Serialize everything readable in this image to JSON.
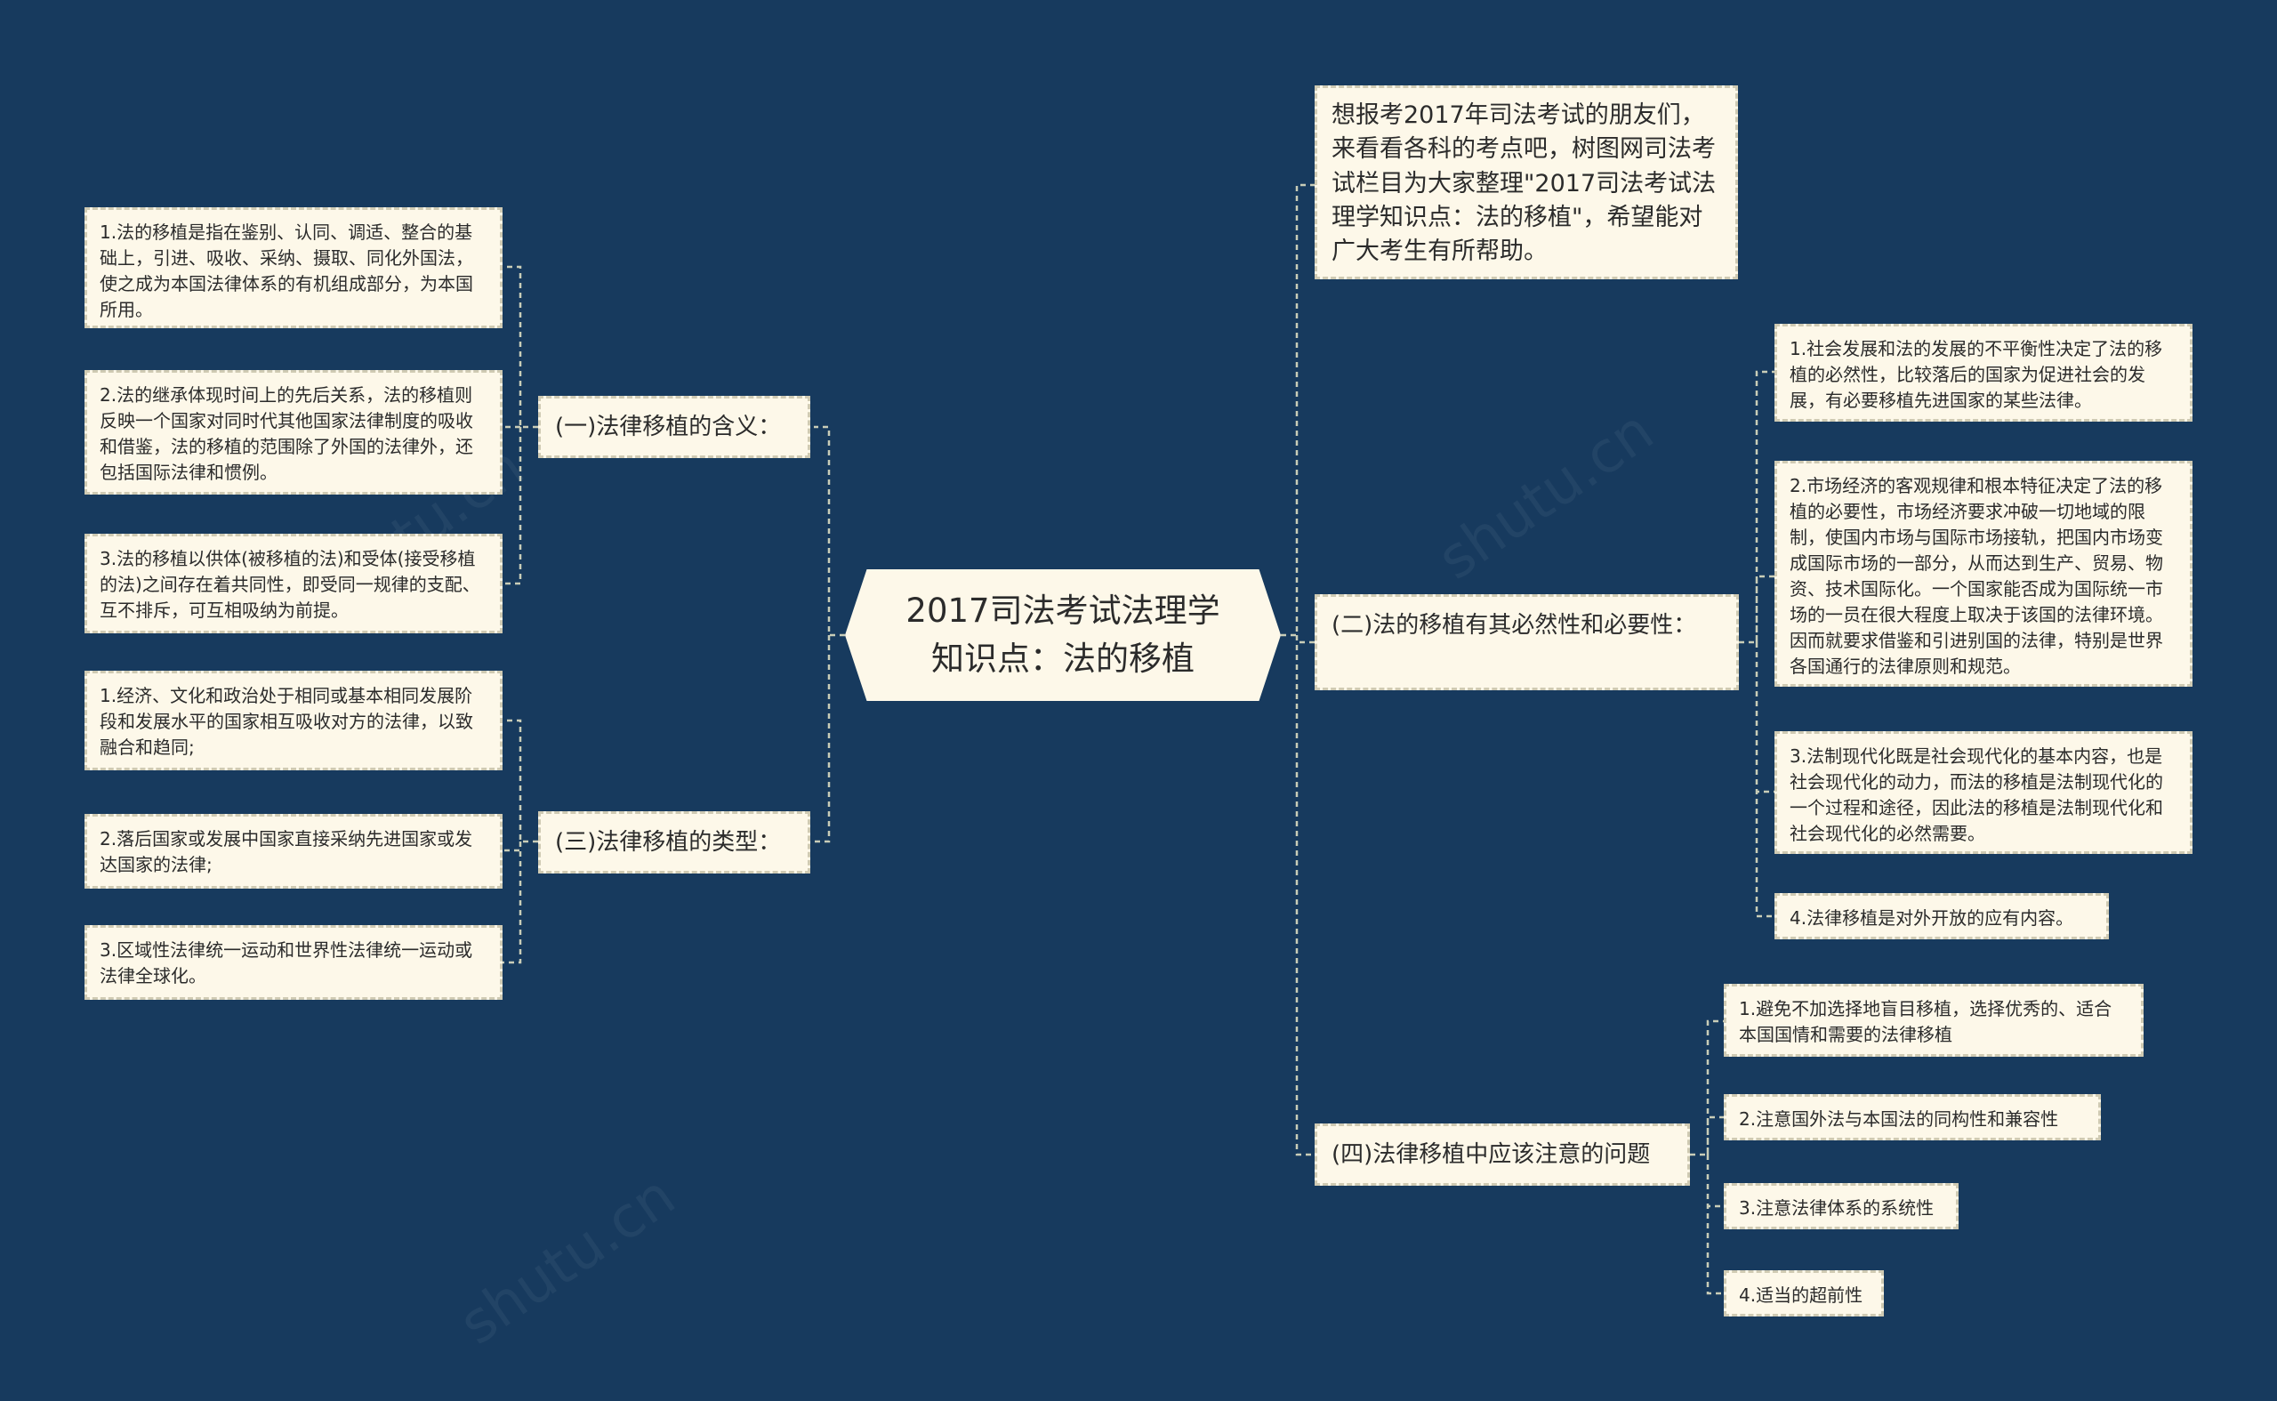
{
  "root": {
    "title": "2017司法考试法理学知识点：法的移植"
  },
  "intro": {
    "text": "想报考2017年司法考试的朋友们，来看看各科的考点吧，树图网司法考试栏目为大家整理\"2017司法考试法理学知识点：法的移植\"，希望能对广大考生有所帮助。"
  },
  "left_branches": [
    {
      "label": "(一)法律移植的含义：",
      "items": [
        "1.法的移植是指在鉴别、认同、调适、整合的基础上，引进、吸收、采纳、摄取、同化外国法，使之成为本国法律体系的有机组成部分，为本国所用。",
        "2.法的继承体现时间上的先后关系，法的移植则反映一个国家对同时代其他国家法律制度的吸收和借鉴，法的移植的范围除了外国的法律外，还包括国际法律和惯例。",
        "3.法的移植以供体(被移植的法)和受体(接受移植的法)之间存在着共同性，即受同一规律的支配、互不排斥，可互相吸纳为前提。"
      ]
    },
    {
      "label": "(三)法律移植的类型：",
      "items": [
        "1.经济、文化和政治处于相同或基本相同发展阶段和发展水平的国家相互吸收对方的法律，以致融合和趋同;",
        "2.落后国家或发展中国家直接采纳先进国家或发达国家的法律;",
        "3.区域性法律统一运动和世界性法律统一运动或法律全球化。"
      ]
    }
  ],
  "right_branches": [
    {
      "label": "(二)法的移植有其必然性和必要性：",
      "items": [
        "1.社会发展和法的发展的不平衡性决定了法的移植的必然性，比较落后的国家为促进社会的发展，有必要移植先进国家的某些法律。",
        "2.市场经济的客观规律和根本特征决定了法的移植的必要性，市场经济要求冲破一切地域的限制，使国内市场与国际市场接轨，把国内市场变成国际市场的一部分，从而达到生产、贸易、物资、技术国际化。一个国家能否成为国际统一市场的一员在很大程度上取决于该国的法律环境。因而就要求借鉴和引进别国的法律，特别是世界各国通行的法律原则和规范。",
        "3.法制现代化既是社会现代化的基本内容，也是社会现代化的动力，而法的移植是法制现代化的一个过程和途径，因此法的移植是法制现代化和社会现代化的必然需要。",
        "4.法律移植是对外开放的应有内容。"
      ]
    },
    {
      "label": "(四)法律移植中应该注意的问题",
      "items": [
        "1.避免不加选择地盲目移植，选择优秀的、适合本国国情和需要的法律移植",
        "2.注意国外法与本国法的同构性和兼容性",
        "3.注意法律体系的系统性",
        "4.适当的超前性"
      ]
    }
  ],
  "colors": {
    "background": "#173a5e",
    "node": "#fdf8e9",
    "line": "#c9cdb8"
  }
}
